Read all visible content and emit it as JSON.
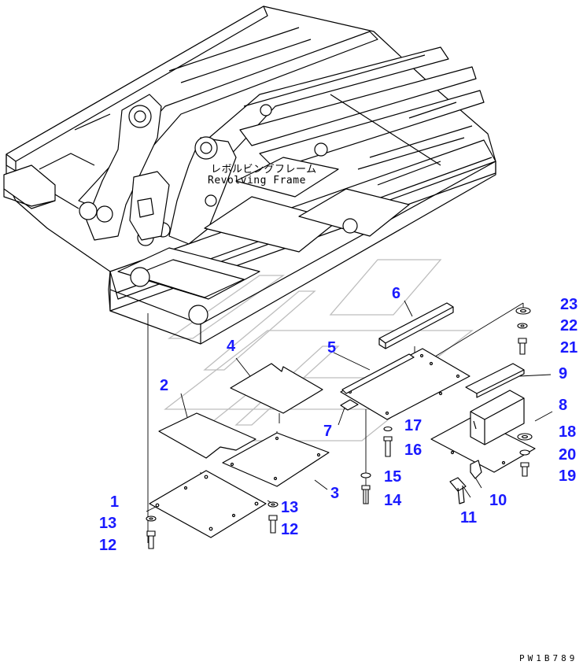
{
  "frame_label_jp": "レボルビングフレーム",
  "frame_label_en": "Revolving Frame",
  "drawing_code": "PW1B789",
  "callouts": [
    {
      "id": "c23",
      "label": "23"
    },
    {
      "id": "c22",
      "label": "22"
    },
    {
      "id": "c21",
      "label": "21"
    },
    {
      "id": "c6",
      "label": "6"
    },
    {
      "id": "c4",
      "label": "4"
    },
    {
      "id": "c5",
      "label": "5"
    },
    {
      "id": "c9",
      "label": "9"
    },
    {
      "id": "c2",
      "label": "2"
    },
    {
      "id": "c8",
      "label": "8"
    },
    {
      "id": "c17",
      "label": "17"
    },
    {
      "id": "c18",
      "label": "18"
    },
    {
      "id": "c7",
      "label": "7"
    },
    {
      "id": "c16",
      "label": "16"
    },
    {
      "id": "c20",
      "label": "20"
    },
    {
      "id": "c19",
      "label": "19"
    },
    {
      "id": "c15",
      "label": "15"
    },
    {
      "id": "c3",
      "label": "3"
    },
    {
      "id": "c14",
      "label": "14"
    },
    {
      "id": "c10",
      "label": "10"
    },
    {
      "id": "c1",
      "label": "1"
    },
    {
      "id": "c13a",
      "label": "13"
    },
    {
      "id": "c11",
      "label": "11"
    },
    {
      "id": "c13b",
      "label": "13"
    },
    {
      "id": "c12a",
      "label": "12"
    },
    {
      "id": "c12b",
      "label": "12"
    }
  ]
}
